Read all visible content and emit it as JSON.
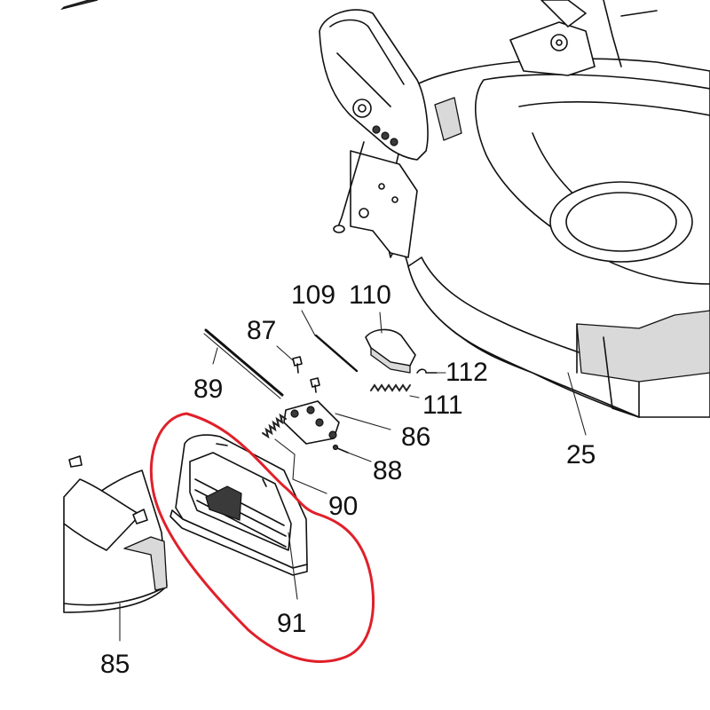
{
  "callouts": {
    "c25": "25",
    "c85": "85",
    "c86": "86",
    "c87": "87",
    "c88": "88",
    "c89": "89",
    "c90": "90",
    "c91": "91",
    "c109": "109",
    "c110": "110",
    "c111": "111",
    "c112": "112"
  },
  "highlight": {
    "color": "#e0202a",
    "target": "91"
  }
}
